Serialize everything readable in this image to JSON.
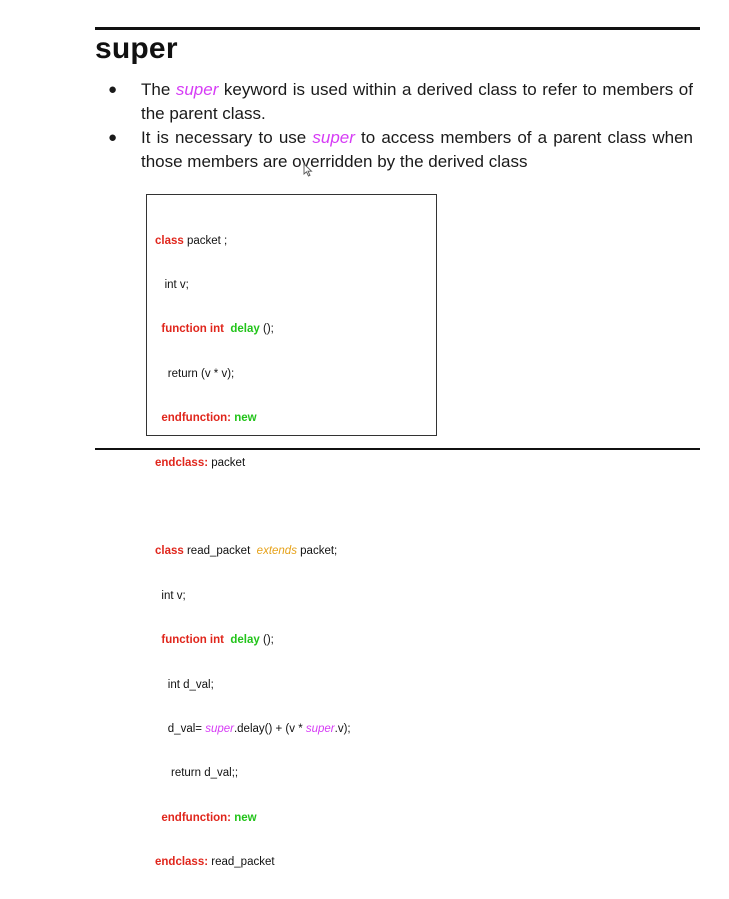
{
  "slide": {
    "title": "super",
    "bullets": [
      {
        "before": "The ",
        "keyword": "super",
        "after": " keyword is used within a derived class to refer to members of the parent class."
      },
      {
        "before": "It is necessary to use ",
        "keyword": "super",
        "after": " to access members of a parent class when those members are overridden by the derived class"
      }
    ],
    "bullet_symbol": "●"
  },
  "code": {
    "l1": {
      "kw": "class",
      "rest": " packet ;"
    },
    "l2": {
      "text": "int v;"
    },
    "l3": {
      "kw": "function int",
      "fn": "delay",
      "rest": " ();"
    },
    "l4": {
      "text": "return (v * v);"
    },
    "l5": {
      "kw": "endfunction:",
      "fn": "new"
    },
    "l6": {
      "kw": "endclass:",
      "rest": " packet"
    },
    "l8": {
      "kw": "class",
      "mid": " read_packet ",
      "ext": "extends",
      "rest": " packet;"
    },
    "l9": {
      "text": "int v;"
    },
    "l10": {
      "kw": "function int",
      "fn": "delay",
      "rest": " ();"
    },
    "l11": {
      "text": "int d_val;"
    },
    "l12": {
      "a": "d_val= ",
      "s1": "super",
      "b": ".delay() + (v * ",
      "s2": "super",
      "c": ".v);"
    },
    "l13": {
      "text": "return d_val;;"
    },
    "l14": {
      "kw": "endfunction:",
      "fn": "new"
    },
    "l15": {
      "kw": "endclass:",
      "rest": " read_packet"
    }
  },
  "colors": {
    "keyword_red": "#e0261c",
    "function_green": "#22c41a",
    "extends_orange": "#e6a21a",
    "super_magenta": "#d63cf5"
  }
}
